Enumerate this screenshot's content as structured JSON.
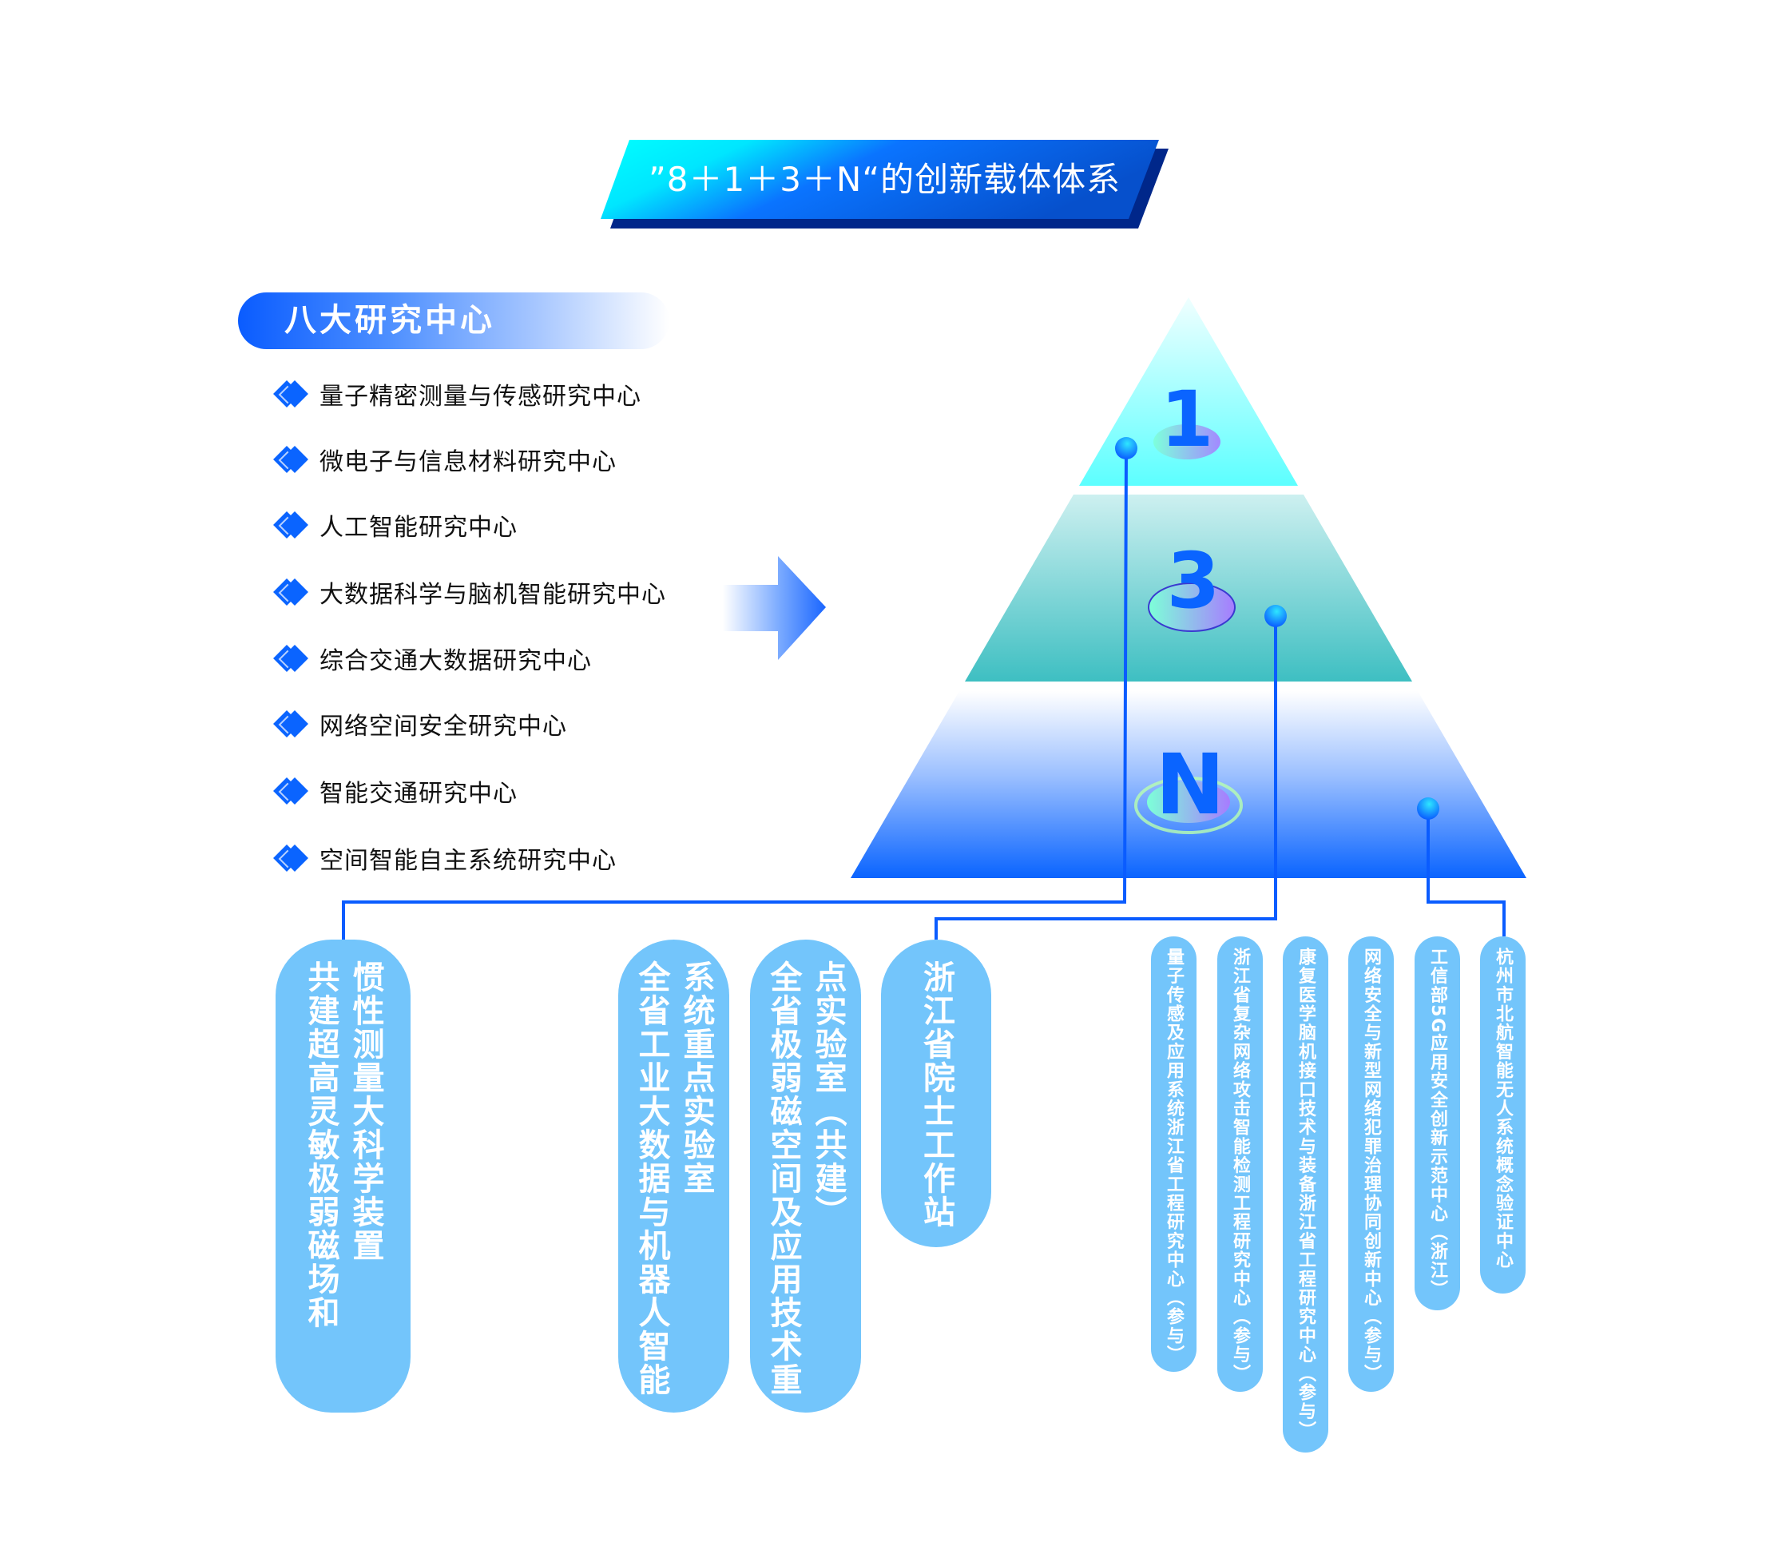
{
  "title": "”8＋1＋3＋N“的创新载体体系",
  "left_panel": {
    "header": "八大研究中心",
    "items": [
      "量子精密测量与传感研究中心",
      "微电子与信息材料研究中心",
      "人工智能研究中心",
      "大数据科学与脑机智能研究中心",
      "综合交通大数据研究中心",
      "网络空间安全研究中心",
      "智能交通研究中心",
      "空间智能自主系统研究中心"
    ]
  },
  "pyramid": {
    "tiers": [
      {
        "label": "1"
      },
      {
        "label": "3"
      },
      {
        "label": "N"
      }
    ]
  },
  "carriers": {
    "one": [
      "共建超高灵敏极弱磁场和惯性测量大科学装置"
    ],
    "three": [
      "全省工业大数据与机器人智能系统重点实验室",
      "全省极弱磁空间及应用技术重点实验室（共建）",
      "浙江省院士工作站"
    ],
    "n": [
      "量子传感及应用系统浙江省工程研究中心（参与）",
      "浙江省复杂网络攻击智能检测工程研究中心（参与）",
      "康复医学脑机接口技术与装备浙江省工程研究中心（参与）",
      "网络安全与新型网络犯罪治理协同创新中心（参与）",
      "工信部5G应用安全创新示范中心（浙江）",
      "杭州市北航智能无人系统概念验证中心"
    ]
  },
  "colors": {
    "accent_blue": "#0a64ff",
    "pill_blue": "#73c5fb",
    "title_shadow": "#00278a",
    "tier_top": "#5cffff",
    "tier_middle": "#40bfc0"
  }
}
